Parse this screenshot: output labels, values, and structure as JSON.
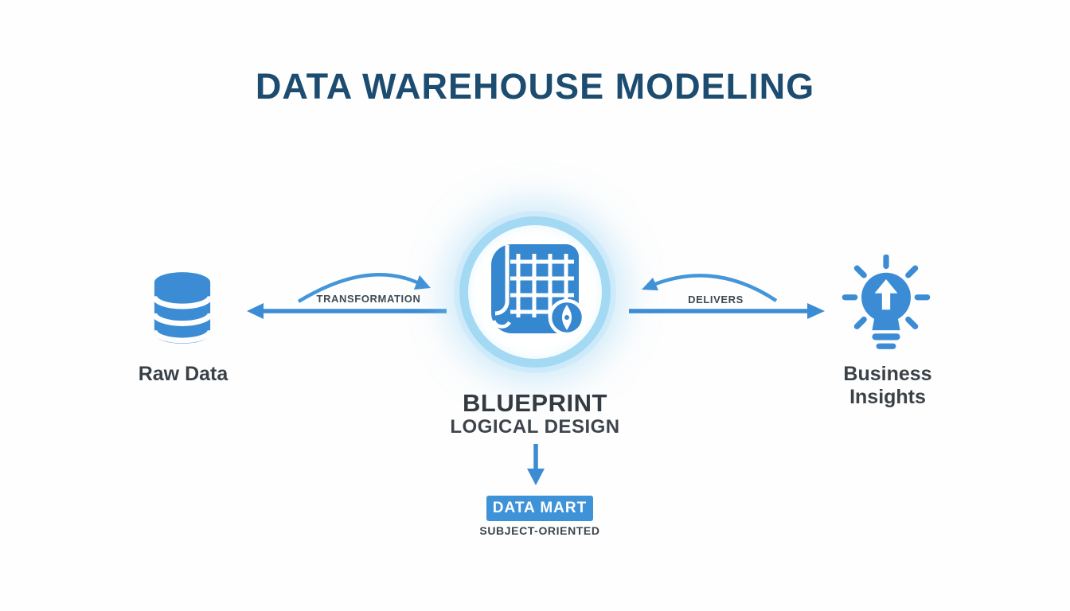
{
  "title": "DATA WAREHOUSE MODELING",
  "palette": {
    "accent_blue": "#3b8cd4",
    "box_blue": "#3e92d8",
    "ring_light_blue": "#a3d9f3",
    "title_blue": "#1c4c70",
    "dark_text": "#3a4147"
  },
  "nodes": {
    "raw_data": {
      "label": "Raw Data",
      "icon": "database-icon"
    },
    "blueprint": {
      "heading": "BLUEPRINT",
      "subheading": "LOGICAL DESIGN",
      "icon": "blueprint-icon"
    },
    "insights": {
      "label": "Business Insights",
      "icon": "lightbulb-icon"
    }
  },
  "connectors": {
    "transformation": {
      "label": "TRANSFORMATION",
      "direction": "center-to-raw-data"
    },
    "delivers": {
      "label": "DELIVERS",
      "direction": "center-to-insights"
    },
    "down": {
      "direction": "blueprint-to-data-mart"
    }
  },
  "data_mart": {
    "label": "DATA MART",
    "sublabel": "SUBJECT-ORIENTED"
  }
}
